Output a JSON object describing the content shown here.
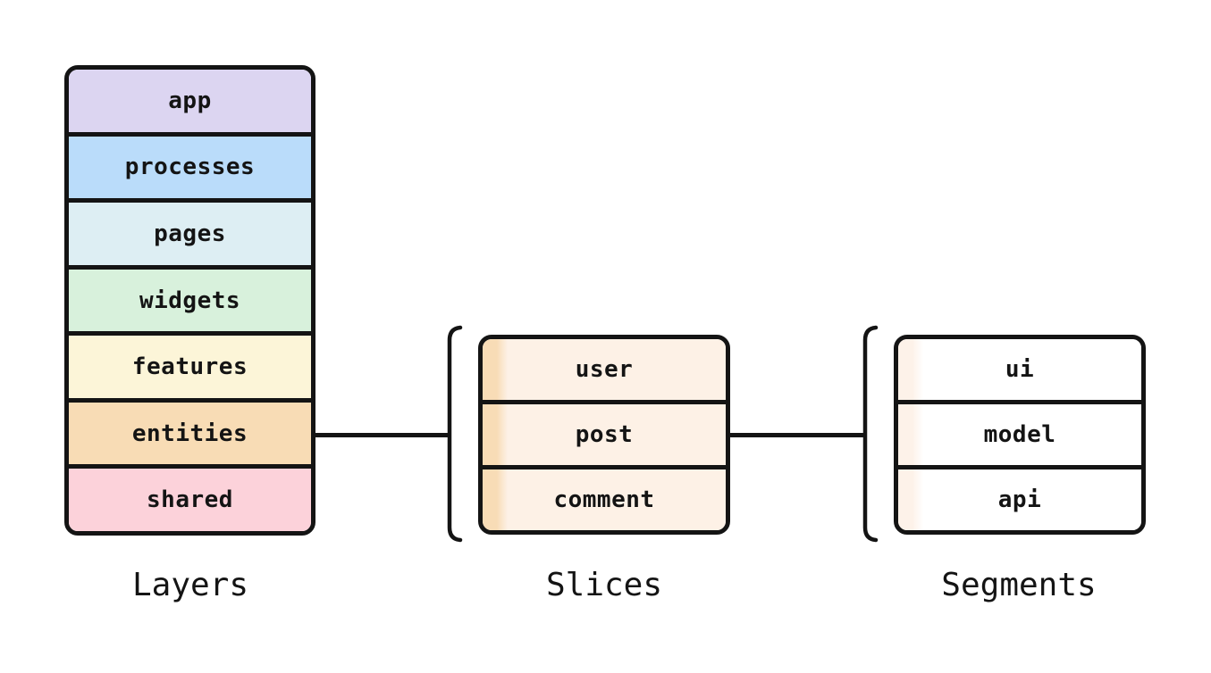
{
  "colors": {
    "ink": "#141414",
    "canvas_bg": "#ffffff",
    "slice_strip": "#f8dcb6",
    "slice_base": "#fdf1e6",
    "segment_strip": "#fdf2e9",
    "segment_base": "#ffffff"
  },
  "layers": {
    "caption": "Layers",
    "items": [
      {
        "label": "app",
        "color": "#dcd5f1"
      },
      {
        "label": "processes",
        "color": "#badcfa"
      },
      {
        "label": "pages",
        "color": "#ddeef3"
      },
      {
        "label": "widgets",
        "color": "#d8f1dc"
      },
      {
        "label": "features",
        "color": "#fcf5d8"
      },
      {
        "label": "entities",
        "color": "#f8dcb5"
      },
      {
        "label": "shared",
        "color": "#fcd2da"
      }
    ]
  },
  "slices": {
    "caption": "Slices",
    "items": [
      {
        "label": "user"
      },
      {
        "label": "post"
      },
      {
        "label": "comment"
      }
    ]
  },
  "segments": {
    "caption": "Segments",
    "items": [
      {
        "label": "ui"
      },
      {
        "label": "model"
      },
      {
        "label": "api"
      }
    ]
  }
}
